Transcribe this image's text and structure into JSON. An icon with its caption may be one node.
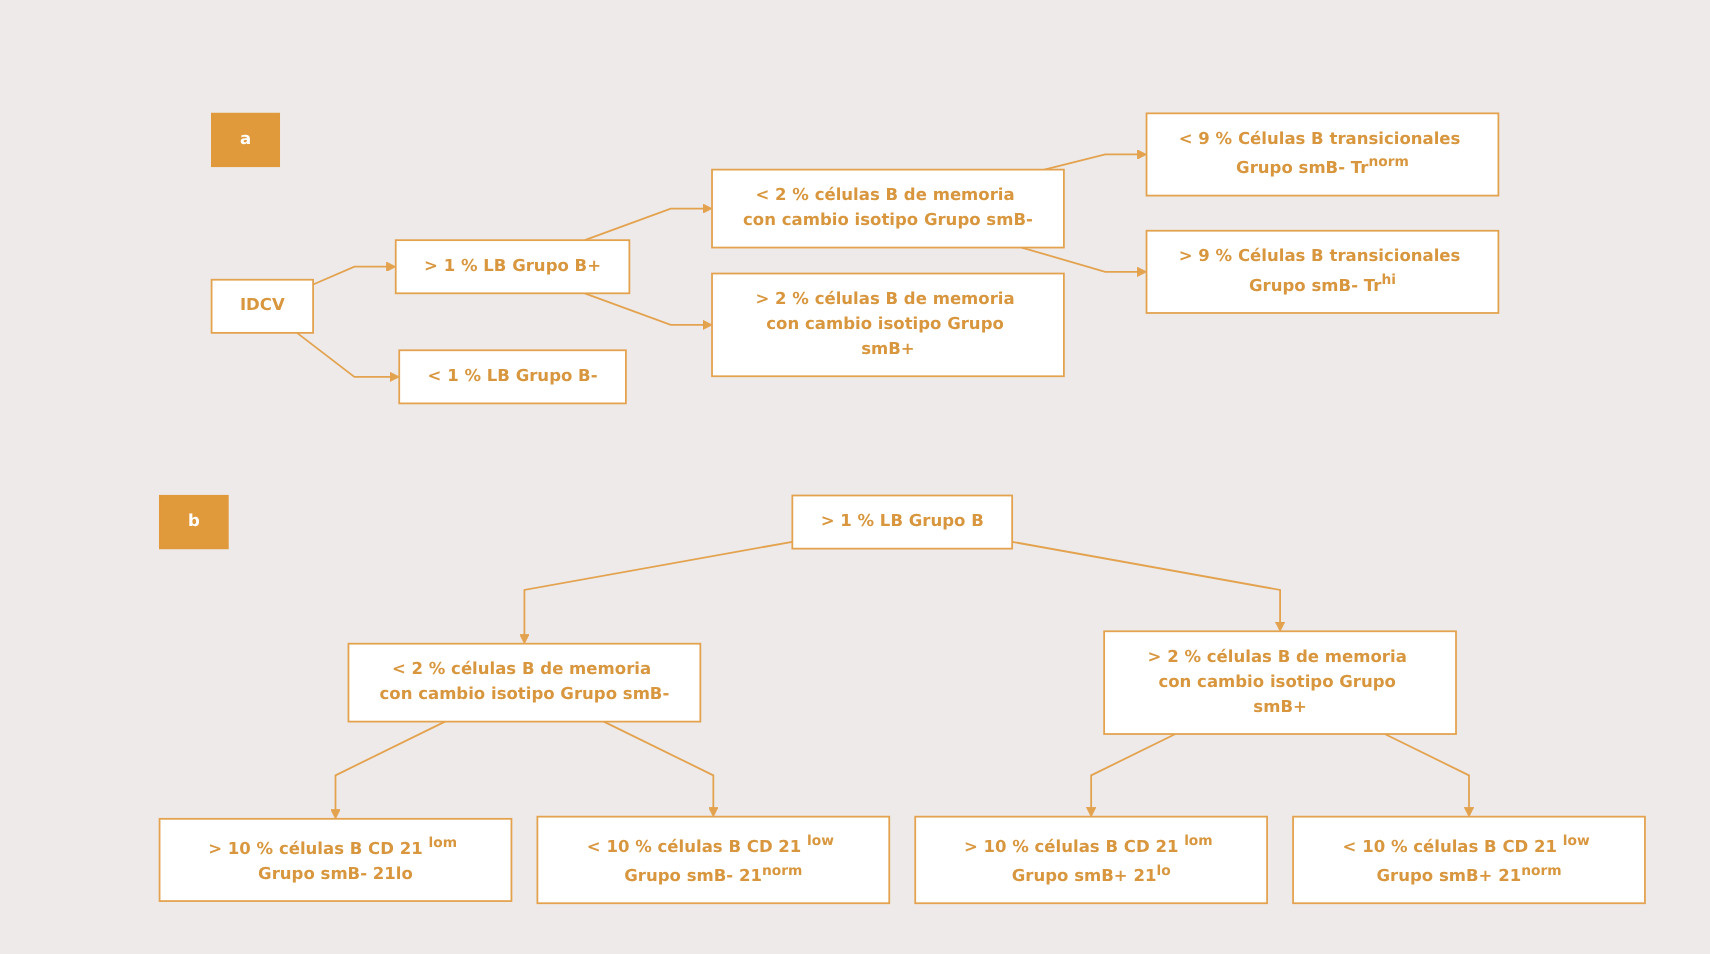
{
  "diagram": {
    "nodes": [
      {
        "text": [
          "a"
        ]
      },
      {
        "text": [
          "IDCV"
        ]
      },
      {
        "text": [
          "> 1 % LB Grupo B+"
        ]
      },
      {
        "text": [
          "< 1 % LB Grupo B-"
        ]
      },
      {
        "text": [
          "< 2 % células B de memoria con cambio isotipo Grupo smB-"
        ]
      },
      {
        "text": [
          "> 2 % células B de memoria con cambio isotipo Grupo smB+"
        ]
      },
      {
        "text": [
          "< 9 % Células B transicionales Grupo smB- Tr$^{norm}$"
        ]
      },
      {
        "text": [
          "> 9 % Células B transicionales Grupo smB- Tr$^{hi}$"
        ]
      },
      {
        "text": [
          "b"
        ]
      },
      {
        "text": [
          "> 1 % LB Grupo B"
        ]
      },
      {
        "text": [
          "< 2 % células B de memoria con cambio isotipo Grupo smB-"
        ]
      },
      {
        "text": [
          "> 2 % células B de memoria con cambio isotipo Grupo smB+"
        ]
      },
      {
        "text": [
          "> 10 % células B CD 21 $^{lom}$ Grupo smB- 21lo"
        ]
      },
      {
        "text": [
          "< 10 % células B CD 21 $^{low}$ Grupo smB- 21$^{norm}$"
        ]
      },
      {
        "text": [
          "> 10 % células B CD 21 $^{lom}$ Grupo smB+ 21$^{lo}$"
        ]
      },
      {
        "text": [
          "< 10 % células B CD 21 $^{low}$ Grupo smB+ 21$^{norm}$"
        ]
      }
    ],
    "edges": [
      {
        "from": 1,
        "to": 2,
        "arrow": "to"
      },
      {
        "from": 1,
        "to": 3,
        "arrow": "to"
      },
      {
        "from": 2,
        "to": 4,
        "arrow": "to"
      },
      {
        "from": 2,
        "to": 5,
        "arrow": "to"
      },
      {
        "from": 4,
        "to": 6,
        "arrow": "to"
      },
      {
        "from": 4,
        "to": 7,
        "arrow": "to"
      },
      {
        "from": 9,
        "to": 10,
        "arrow": "to"
      },
      {
        "from": 9,
        "to": 11,
        "arrow": "to"
      },
      {
        "from": 10,
        "to": 12,
        "arrow": "to"
      },
      {
        "from": 10,
        "to": 13,
        "arrow": "to"
      },
      {
        "from": 11,
        "to": 14,
        "arrow": "to"
      },
      {
        "from": 11,
        "to": 15,
        "arrow": "to"
      }
    ]
  }
}
